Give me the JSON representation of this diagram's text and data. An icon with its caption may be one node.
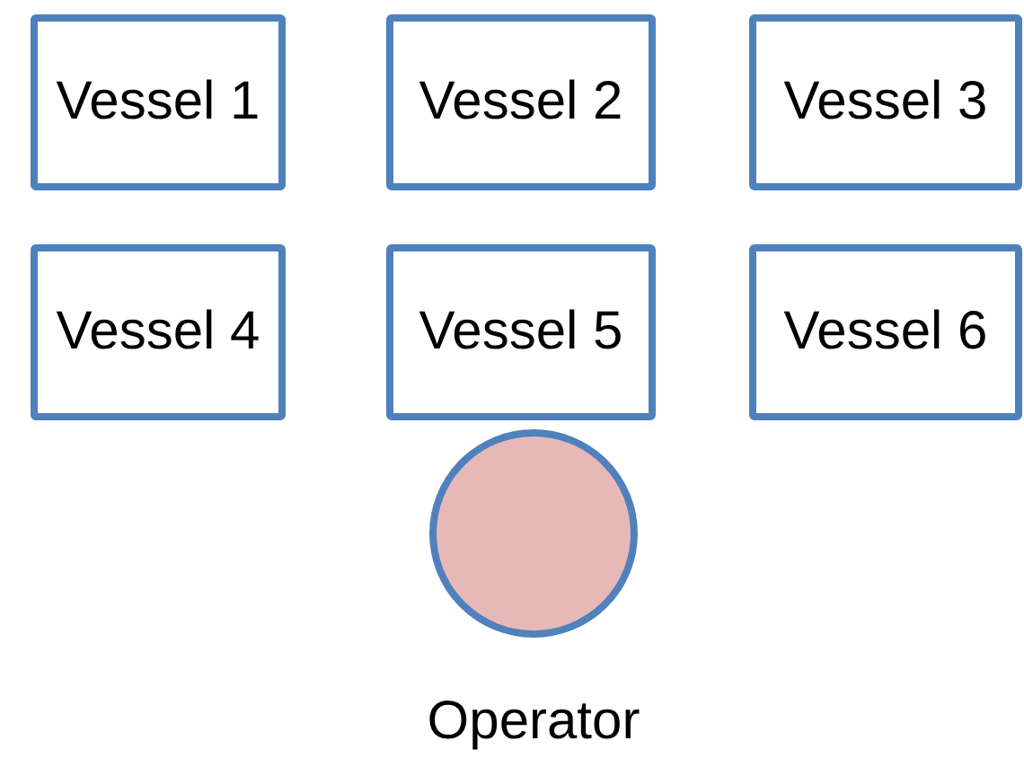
{
  "diagram": {
    "nodes": [
      {
        "text": [
          "Vessel 1"
        ]
      },
      {
        "text": [
          "Vessel 2"
        ]
      },
      {
        "text": [
          "Vessel 3"
        ]
      },
      {
        "text": [
          "Vessel 4"
        ]
      },
      {
        "text": [
          "Vessel 5"
        ]
      },
      {
        "text": [
          "Vessel 6"
        ]
      },
      {
        "text": [],
        "shape": "circle",
        "beside": [
          "Operator"
        ]
      }
    ]
  }
}
